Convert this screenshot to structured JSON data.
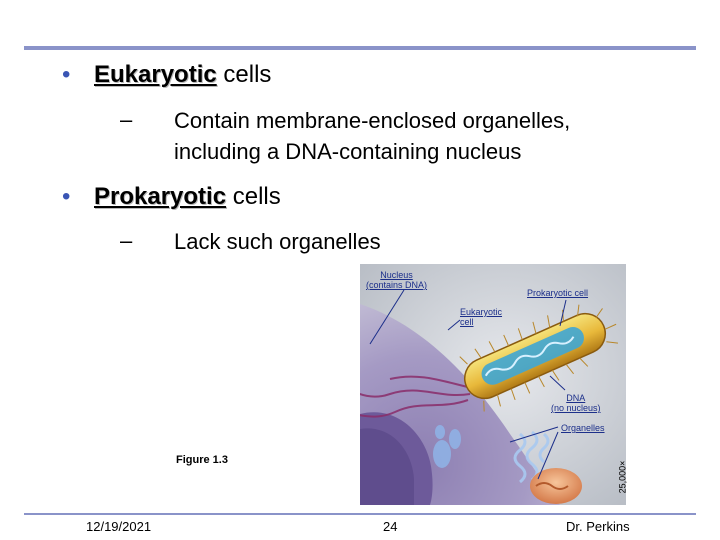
{
  "bullets": [
    {
      "marker": "•",
      "term": "Eukaryotic",
      "rest": " cells",
      "sub": {
        "dash": "–",
        "lines": [
          "Contain membrane-enclosed organelles,",
          "including a DNA-containing nucleus"
        ]
      }
    },
    {
      "marker": "•",
      "term": "Prokaryotic",
      "rest": " cells",
      "sub": {
        "dash": "–",
        "lines": [
          "Lack such organelles"
        ]
      }
    }
  ],
  "figure": {
    "labels": {
      "nucleus_line1": "Nucleus",
      "nucleus_line2": "(contains DNA)",
      "prokaryotic_cell": "Prokaryotic cell",
      "eukaryotic_line1": "Eukaryotic",
      "eukaryotic_line2": "cell",
      "dna_line1": "DNA",
      "dna_line2": "(no nucleus)",
      "organelles": "Organelles"
    },
    "magnification": "25,000×",
    "caption": "Figure 1.3"
  },
  "footer": {
    "date": "12/19/2021",
    "page": "24",
    "author": "Dr. Perkins"
  },
  "colors": {
    "rule": "#8a93c9",
    "bullet": "#3a55b4",
    "label": "#1c2f8a"
  }
}
